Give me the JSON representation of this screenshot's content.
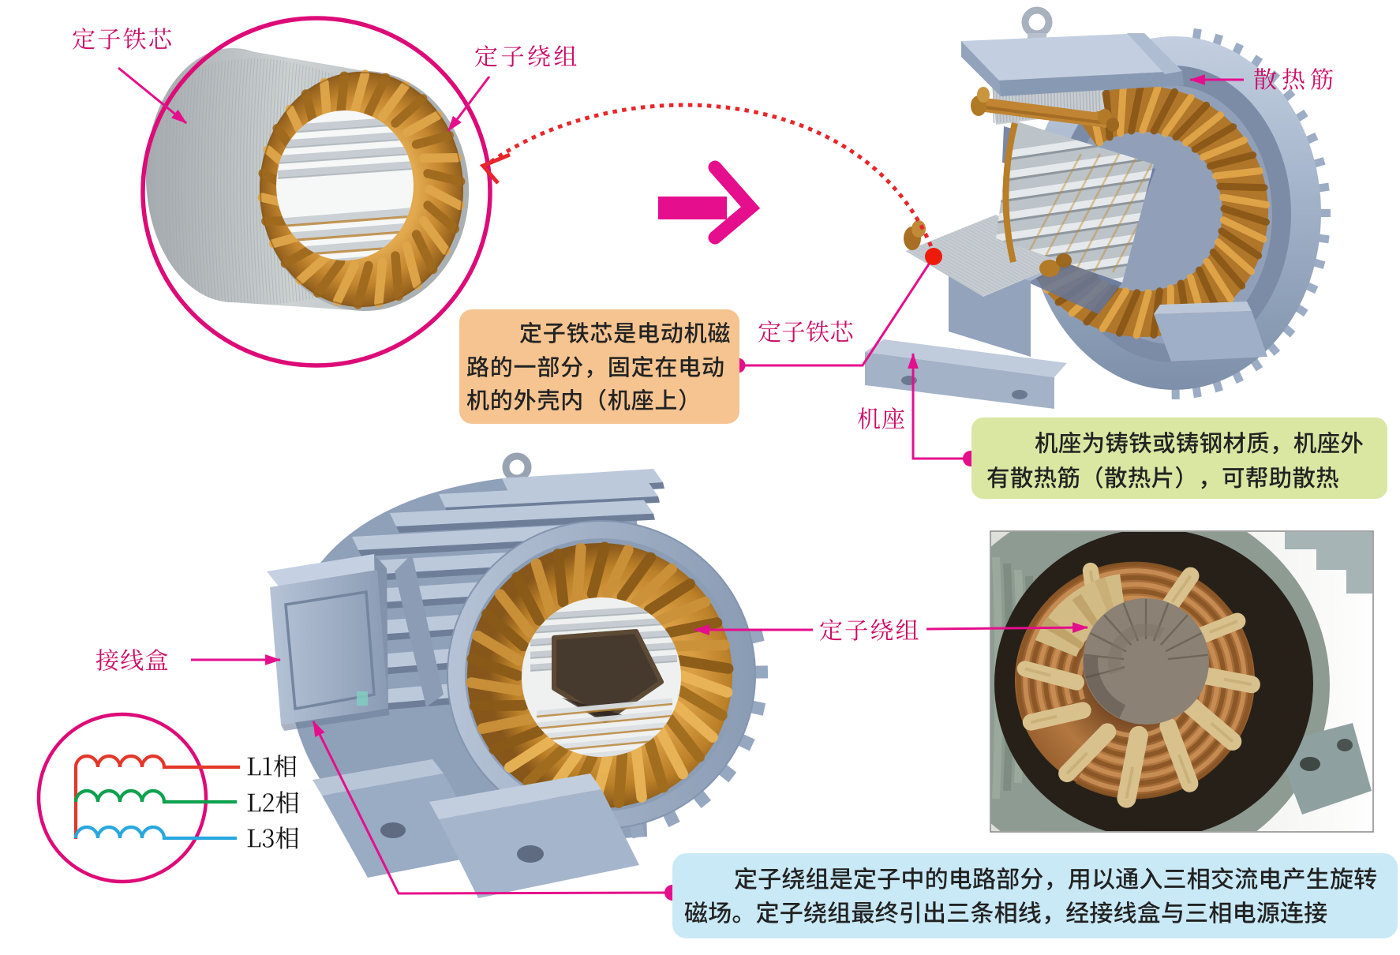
{
  "colors": {
    "accent_magenta": "#E50E8C",
    "circle_magenta": "#DD0B78",
    "label_magenta": "#CC0A66",
    "red": "#E8262B",
    "red_dot": "#EE1B0D",
    "coil_red": "#E4372B",
    "coil_green": "#0DA14E",
    "coil_blue": "#28A8DF",
    "callout_text": "#222222",
    "callout_orange_bg": "#F5C490",
    "callout_green_bg": "#D9E7A2",
    "callout_cyan_bg": "#C9E9F6",
    "motor_blue_gray": "#9FB0C7",
    "copper": "#C98B33",
    "lamination_gray": "#C6CBD0",
    "background": "#FFFFFF"
  },
  "labels": {
    "stator_core_tl": "定子铁芯",
    "stator_winding_tl": "定子绕组",
    "cooling_ribs": "散热筋",
    "stator_core_mid": "定子铁芯",
    "frame": "机座",
    "junction_box": "接线盒",
    "stator_winding_br": "定子绕组",
    "phase_l1": "L1相",
    "phase_l2": "L2相",
    "phase_l3": "L3相"
  },
  "callouts": {
    "stator_core": {
      "bg": "#F5C490",
      "lines": [
        "定子铁芯是电动机磁",
        "路的一部分，固定在电动",
        "机的外壳内（机座上）"
      ]
    },
    "frame": {
      "bg": "#D9E7A2",
      "lines": [
        "机座为铸铁或铸钢材质，机座外",
        "有散热筋（散热片），可帮助散热"
      ]
    },
    "stator_winding": {
      "bg": "#C9E9F6",
      "lines": [
        "定子绕组是定子中的电路部分，用以通入三相交流电产生旋转",
        "磁场。定子绕组最终引出三条相线，经接线盒与三相电源连接"
      ]
    }
  }
}
